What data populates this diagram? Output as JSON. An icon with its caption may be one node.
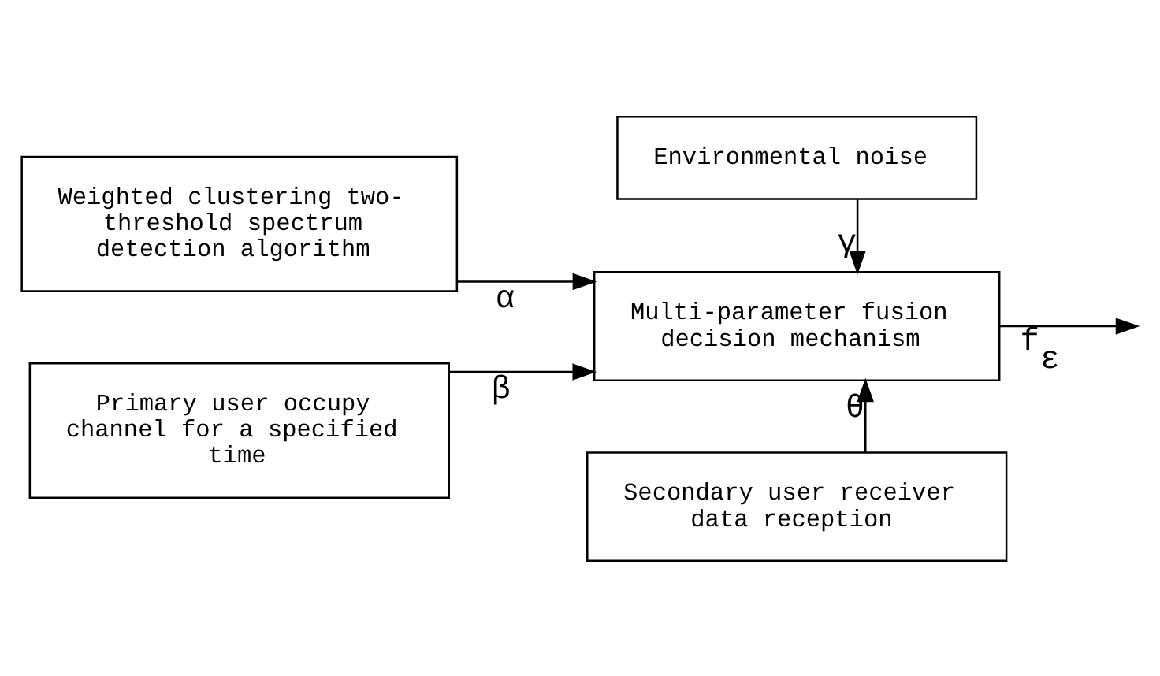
{
  "diagram": {
    "nodes": [
      {
        "text": [
          "Weighted clustering two-threshold spectrum detection algorithm"
        ]
      },
      {
        "text": [
          "Primary user occupy channel for a specified time"
        ]
      },
      {
        "text": [
          "Environmental noise"
        ]
      },
      {
        "text": [
          "Multi-parameter fusion decision mechanism"
        ]
      },
      {
        "text": [
          "Secondary user receiver data reception"
        ]
      }
    ],
    "edges": [
      {
        "from": 0,
        "to": 3,
        "arrow": "to",
        "label": "α"
      },
      {
        "from": 1,
        "to": 3,
        "arrow": "to",
        "label": "β"
      },
      {
        "from": 2,
        "to": 3,
        "arrow": "to",
        "label": "γ"
      },
      {
        "from": 4,
        "to": 3,
        "arrow": "to",
        "label": "θ"
      },
      {
        "from": 3,
        "to": null,
        "arrow": "to",
        "label": "f$_{ε}$"
      }
    ]
  }
}
